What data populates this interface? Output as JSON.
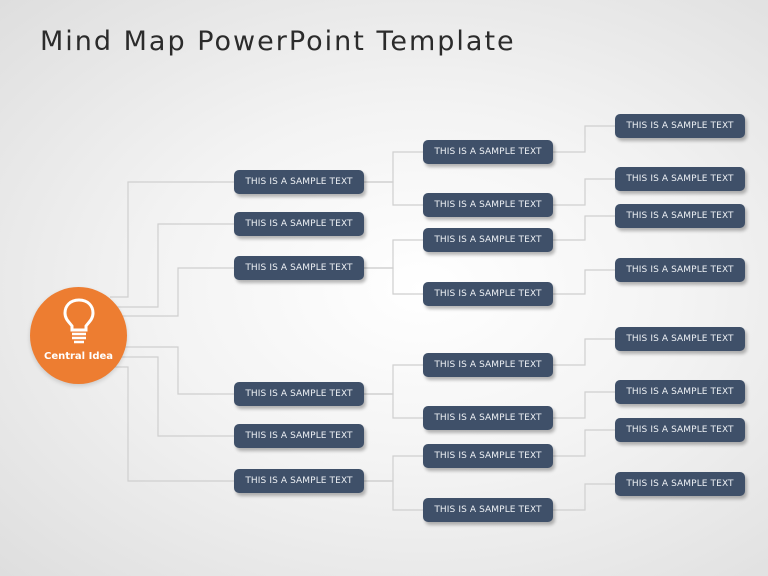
{
  "title": "Mind Map PowerPoint Template",
  "colors": {
    "central": "#ed7d31",
    "box": "#3f5069",
    "line": "#cfcfcf",
    "box_text": "#eef1f5"
  },
  "central": {
    "label": "Central Idea",
    "icon": "lightbulb-icon"
  },
  "level1": [
    {
      "label": "THIS IS A SAMPLE  TEXT"
    },
    {
      "label": "THIS IS A SAMPLE  TEXT"
    },
    {
      "label": "THIS IS A SAMPLE  TEXT"
    },
    {
      "label": "THIS IS A SAMPLE  TEXT"
    },
    {
      "label": "THIS IS A SAMPLE  TEXT"
    },
    {
      "label": "THIS IS A SAMPLE  TEXT"
    }
  ],
  "level2": [
    {
      "label": "THIS IS A SAMPLE  TEXT",
      "parent": 0
    },
    {
      "label": "THIS IS A SAMPLE  TEXT",
      "parent": 0
    },
    {
      "label": "THIS IS A SAMPLE  TEXT",
      "parent": 2
    },
    {
      "label": "THIS IS A SAMPLE  TEXT",
      "parent": 2
    },
    {
      "label": "THIS IS A SAMPLE  TEXT",
      "parent": 3
    },
    {
      "label": "THIS IS A SAMPLE  TEXT",
      "parent": 3
    },
    {
      "label": "THIS IS A SAMPLE  TEXT",
      "parent": 5
    },
    {
      "label": "THIS IS A SAMPLE  TEXT",
      "parent": 5
    }
  ],
  "level3": [
    {
      "label": "THIS IS A SAMPLE  TEXT",
      "parent": 0
    },
    {
      "label": "THIS IS A SAMPLE  TEXT",
      "parent": 1
    },
    {
      "label": "THIS IS A SAMPLE  TEXT",
      "parent": 2
    },
    {
      "label": "THIS IS A SAMPLE  TEXT",
      "parent": 3
    },
    {
      "label": "THIS IS A SAMPLE  TEXT",
      "parent": 4
    },
    {
      "label": "THIS IS A SAMPLE  TEXT",
      "parent": 5
    },
    {
      "label": "THIS IS A SAMPLE  TEXT",
      "parent": 6
    },
    {
      "label": "THIS IS A SAMPLE  TEXT",
      "parent": 7
    }
  ]
}
